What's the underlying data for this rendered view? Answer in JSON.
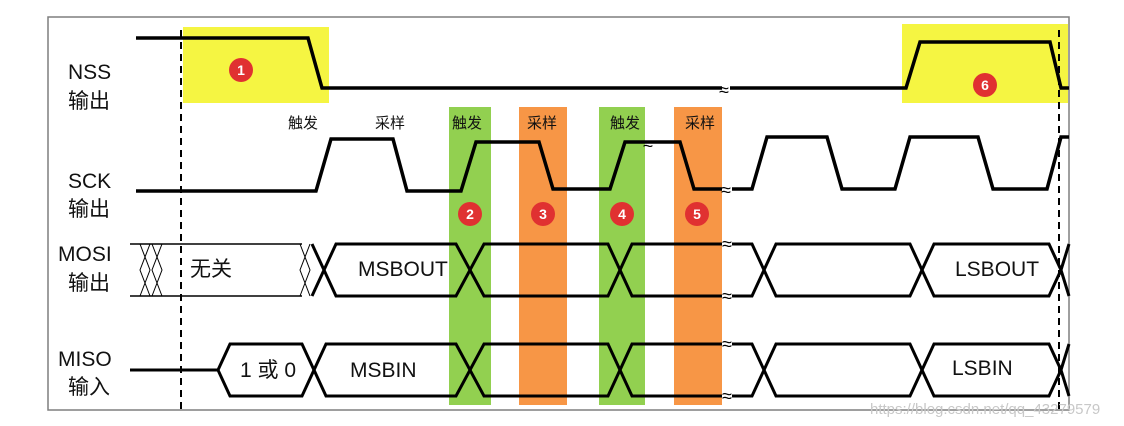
{
  "signals": [
    {
      "id": "nss",
      "name": "NSS",
      "dir": "输出"
    },
    {
      "id": "sck",
      "name": "SCK",
      "dir": "输出"
    },
    {
      "id": "mosi",
      "name": "MOSI",
      "dir": "输出"
    },
    {
      "id": "miso",
      "name": "MISO",
      "dir": "输入"
    }
  ],
  "phase_labels": {
    "trigger": "触发",
    "sample": "采样"
  },
  "bus_text": {
    "dont_care": "无关",
    "msbout": "MSBOUT",
    "lsbout": "LSBOUT",
    "one_or_zero": "1 或 0",
    "msbin": "MSBIN",
    "lsbin": "LSBIN"
  },
  "markers": [
    "1",
    "2",
    "3",
    "4",
    "5",
    "6"
  ],
  "colors": {
    "highlight_yellow": "#f5f542",
    "trigger_green": "#92d050",
    "sample_orange": "#f79646",
    "marker_red": "#e03131",
    "line": "#000000",
    "frame": "#7f7f7f"
  },
  "watermark": "https://blog.csdn.net/qq_43279579"
}
